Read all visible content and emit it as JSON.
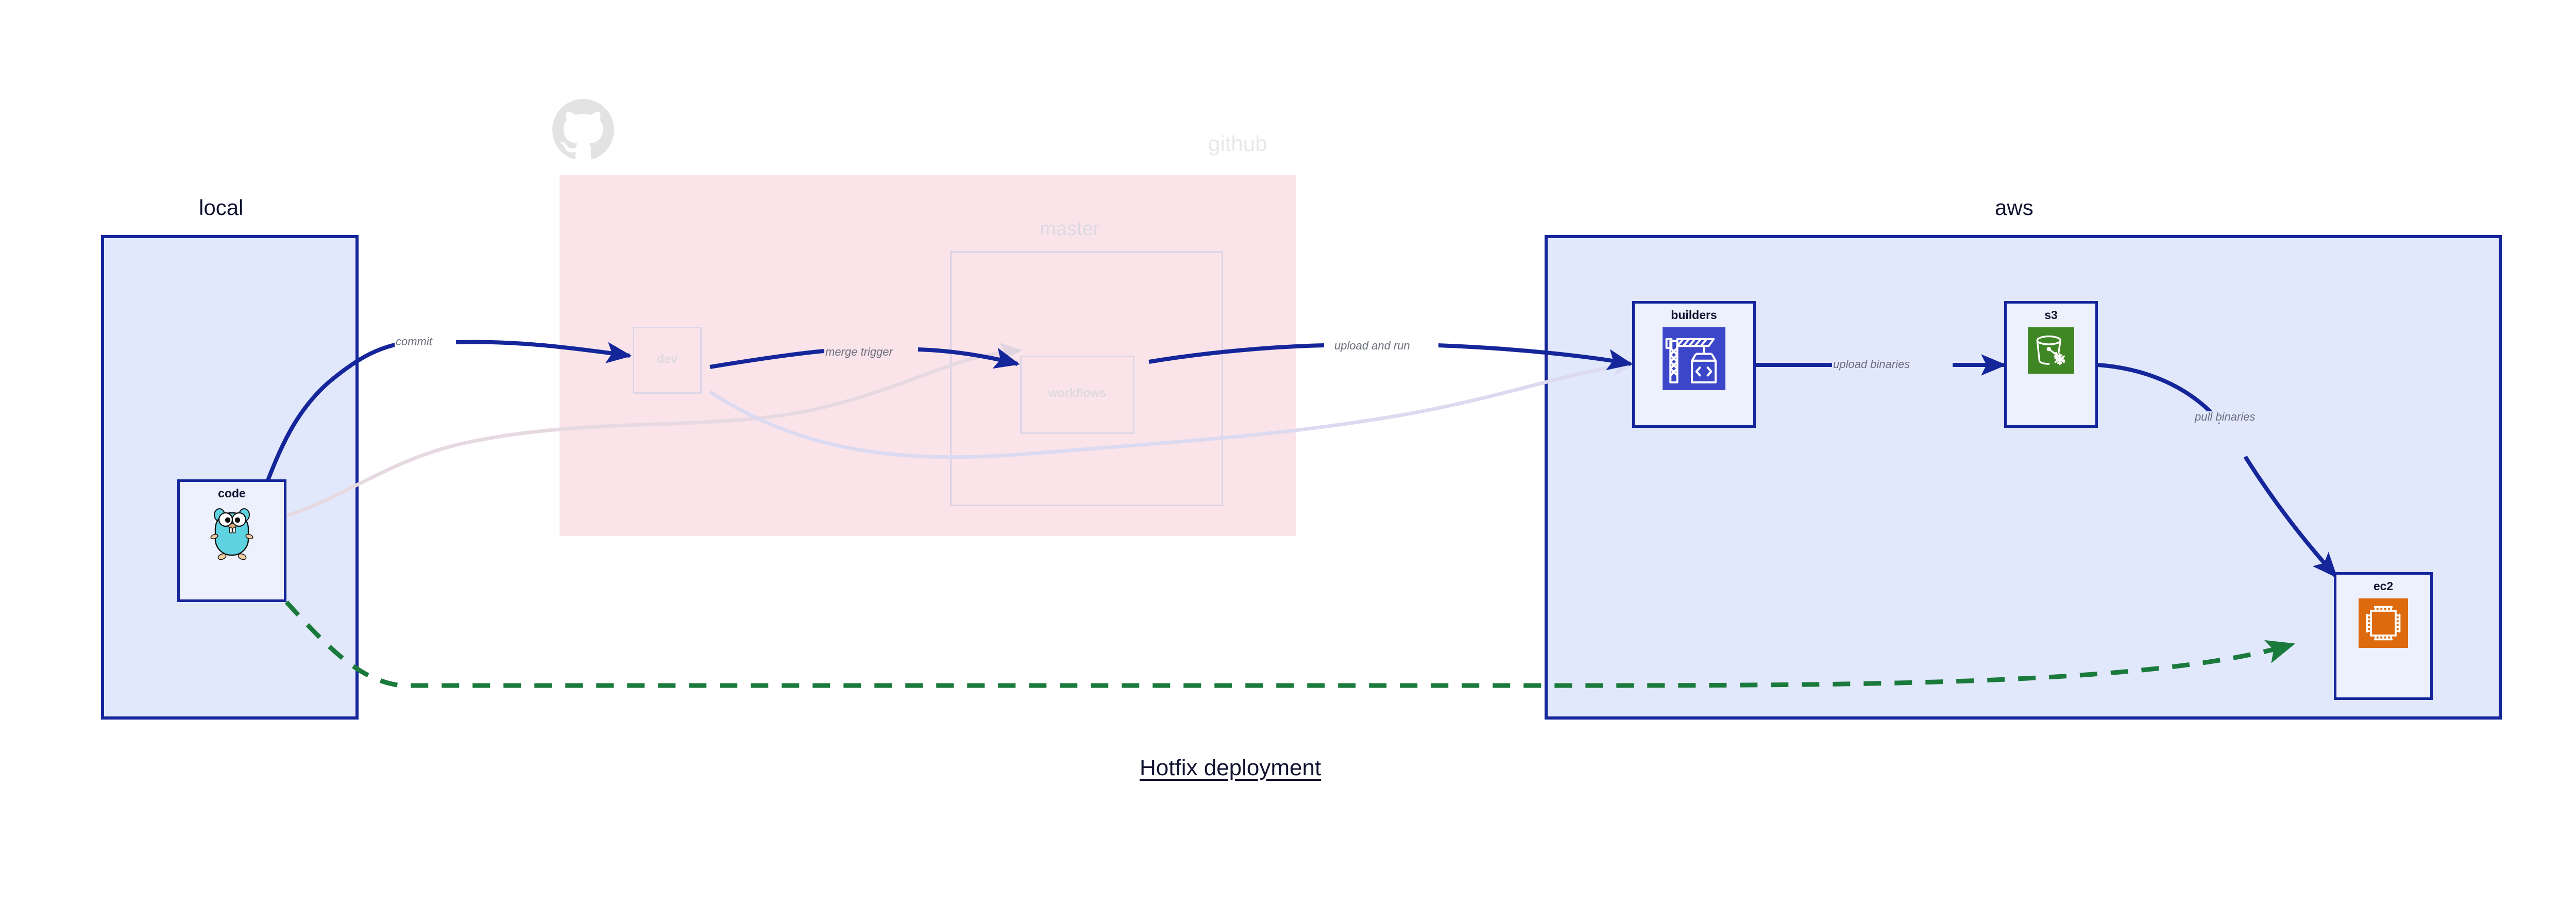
{
  "title": "Hotfix deployment",
  "colors": {
    "edge_blue": "#15269b",
    "edge_green": "#1a7a3c",
    "cluster_blue_fill": "#e2e8fb",
    "cluster_pink_fill": "#fae4ea",
    "node_fill": "#edf1fd",
    "label_gray": "#6b6e7d",
    "faded_gray": "#e8e8e8",
    "builders_icon_bg": "#3c46c8",
    "s3_icon_bg": "#3f8624",
    "ec2_icon_bg": "#dd6b0d",
    "gopher_body": "#5fd2e0",
    "title_color": "#121331"
  },
  "clusters": [
    {
      "id": "local",
      "label": "local",
      "dimmed": false
    },
    {
      "id": "github",
      "label": "github",
      "dimmed": true
    },
    {
      "id": "aws",
      "label": "aws",
      "dimmed": false
    }
  ],
  "subclusters": [
    {
      "id": "master",
      "label": "master",
      "parent": "github",
      "dimmed": true
    }
  ],
  "nodes": [
    {
      "id": "code",
      "label": "code",
      "cluster": "local",
      "icon": "go-gopher-icon",
      "dimmed": false
    },
    {
      "id": "dev",
      "label": "dev",
      "cluster": "github",
      "icon": "none",
      "dimmed": true
    },
    {
      "id": "workflows",
      "label": "workflows",
      "cluster": "master",
      "icon": "none",
      "dimmed": true
    },
    {
      "id": "builders",
      "label": "builders",
      "cluster": "aws",
      "icon": "aws-codebuild-icon",
      "dimmed": false
    },
    {
      "id": "s3",
      "label": "s3",
      "cluster": "aws",
      "icon": "aws-s3-glacier-icon",
      "dimmed": false
    },
    {
      "id": "ec2",
      "label": "ec2",
      "cluster": "aws",
      "icon": "aws-ec2-chip-icon",
      "dimmed": false
    }
  ],
  "edges": [
    {
      "id": "e1",
      "from": "code",
      "to": "dev",
      "label": "commit",
      "style": "solid",
      "color": "#15269b",
      "dimmed": false
    },
    {
      "id": "e2",
      "from": "dev",
      "to": "workflows",
      "label": "merge trigger",
      "style": "solid",
      "color": "#15269b",
      "dimmed": false
    },
    {
      "id": "e3",
      "from": "workflows",
      "to": "builders",
      "label": "upload and run",
      "style": "solid",
      "color": "#15269b",
      "dimmed": false
    },
    {
      "id": "e4",
      "from": "builders",
      "to": "s3",
      "label": "upload binaries",
      "style": "solid",
      "color": "#15269b",
      "dimmed": false
    },
    {
      "id": "e5",
      "from": "s3",
      "to": "ec2",
      "label": "pull binaries",
      "style": "solid",
      "color": "#15269b",
      "dimmed": false
    },
    {
      "id": "e6",
      "from": "code",
      "to": "ec2",
      "label": "",
      "style": "dashed",
      "color": "#1a7a3c",
      "dimmed": false
    },
    {
      "id": "e7",
      "from": "code",
      "to": "workflows",
      "label": "",
      "style": "solid",
      "color": "#e7d9e2",
      "dimmed": true
    },
    {
      "id": "e8",
      "from": "dev",
      "to": "builders",
      "label": "",
      "style": "solid",
      "color": "#dcdaf0",
      "dimmed": true
    }
  ],
  "watermark": {
    "icon": "github-octocat-icon"
  }
}
